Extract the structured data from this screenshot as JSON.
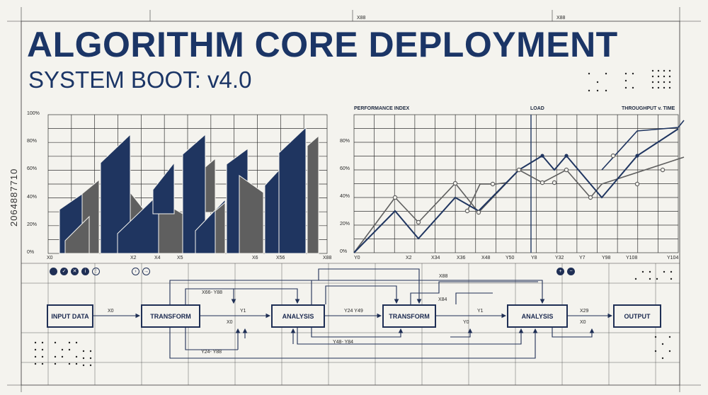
{
  "header": {
    "title": "ALGORITHM CORE DEPLOYMENT",
    "subtitle": "SYSTEM BOOT: v4.0",
    "top_markers": [
      "X88",
      "X88"
    ]
  },
  "bar_panel": {
    "y_ticks": [
      "100%",
      "80%",
      "60%",
      "40%",
      "20%",
      "0%"
    ],
    "x_labels": [
      "X0",
      "X2",
      "X4",
      "X5",
      "X6",
      "X56",
      "X88"
    ]
  },
  "line_panel": {
    "header_left": "PERFORMANCE INDEX",
    "header_mid": "LOAD",
    "header_right": "THROUGHPUT v. TIME",
    "y_ticks": [
      "80%",
      "60%",
      "40%",
      "20%",
      "0%"
    ],
    "x_labels": [
      "Y0",
      "X2",
      "X34",
      "X36",
      "X48",
      "Y50",
      "Y8",
      "Y32",
      "Y7",
      "Y98",
      "Y108",
      "Y104"
    ]
  },
  "colors": {
    "navy": "#1f3560",
    "gray": "#5f5f5f",
    "background": "#f4f3ee",
    "grid": "#2a2a2a"
  },
  "controls": {
    "left": [
      {
        "icon": "circle-filled-icon",
        "glyph": ""
      },
      {
        "icon": "check-icon",
        "glyph": "✓"
      },
      {
        "icon": "close-icon",
        "glyph": "✕"
      },
      {
        "icon": "info-icon",
        "glyph": "i"
      },
      {
        "icon": "more-icon",
        "glyph": "⋮"
      }
    ],
    "mid": [
      {
        "icon": "chevron-right-icon",
        "glyph": "›"
      },
      {
        "icon": "arrow-right-icon",
        "glyph": "→"
      }
    ],
    "right": [
      {
        "icon": "plus-icon",
        "glyph": "+"
      },
      {
        "icon": "minus-icon",
        "glyph": "−"
      }
    ]
  },
  "flow": {
    "boxes": [
      "INPUT DATA",
      "TRANSFORM",
      "ANALYSIS",
      "TRANSFORM",
      "ANALYSIS",
      "OUTPUT"
    ],
    "labels": {
      "x0_a": "X0",
      "x66_y88": "X66- Y88",
      "y1_a": "Y1",
      "x0_b": "X0",
      "y24_y49": "Y24 Y49",
      "x88": "X88",
      "x84": "X84",
      "y1_b": "Y1",
      "y0": "Y0",
      "x29": "X29",
      "x0_c": "X0",
      "y48_y84": "Y48- Y84",
      "y24_y88": "Y24- Y88"
    }
  },
  "watermark": {
    "id": "2064887710"
  }
}
